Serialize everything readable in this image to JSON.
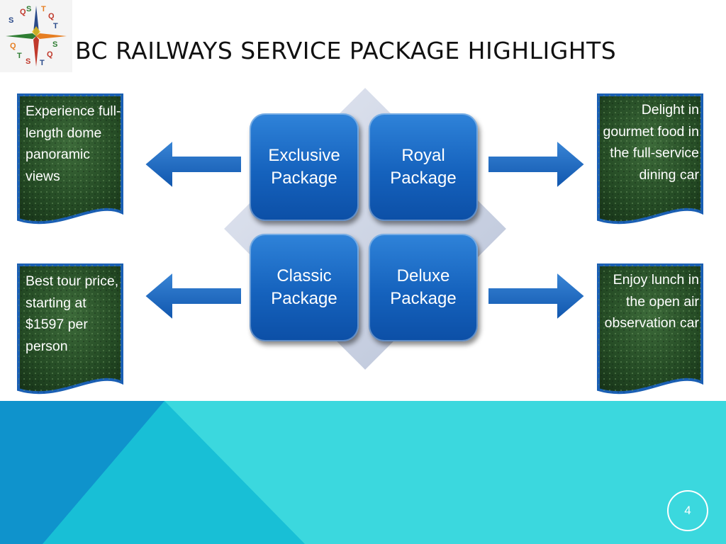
{
  "slide": {
    "title": "BC RAILWAYS SERVICE PACKAGE HIGHLIGHTS",
    "page_number": "4",
    "logo": {
      "letters": [
        "Q",
        "S",
        "T",
        "Q",
        "S",
        "T",
        "Q",
        "S",
        "T",
        "Q",
        "S",
        "T"
      ]
    }
  },
  "packages": [
    {
      "label": "Exclusive Package"
    },
    {
      "label": "Royal Package"
    },
    {
      "label": "Classic Package"
    },
    {
      "label": "Deluxe Package"
    }
  ],
  "highlights": {
    "top_left": "Experience full-length dome panoramic views",
    "top_right": "Delight in gourmet food in the full-service dining car",
    "bottom_left": "Best tour price, starting at $1597 per person",
    "bottom_right": "Enjoy lunch in the open air observation car"
  },
  "colors": {
    "package_fill": "#1a66c2",
    "arrow_fill": "#1f68c3",
    "note_fill": "#2d5a2d",
    "note_border": "#1a5fb4",
    "footer_light": "#3bd8de",
    "footer_mid": "#18bfd6",
    "footer_dark": "#0f93cc"
  },
  "icons": {
    "logo": "compass-star-logo",
    "arrows": "arrow-left-icon / arrow-right-icon"
  }
}
